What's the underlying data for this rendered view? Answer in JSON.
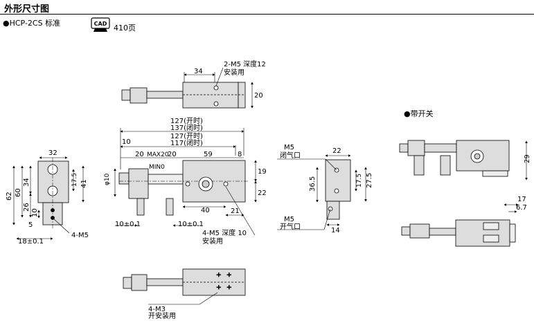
{
  "title": "外形尺寸图",
  "model_label": "●HCP-2CS 标准",
  "cad_badge": "CAD",
  "cad_page": "410页",
  "switch_label": "●带开关",
  "dims": {
    "d34": "34",
    "m5_mount": "2-M5 深度12",
    "mount_use": "安装用",
    "d20_top": "20",
    "d127_open": "127(开时)",
    "d137_closed": "137(闭时)",
    "d127_open2": "127(开时)",
    "d117_closed": "117(闭时)",
    "d10": "10",
    "d20a": "20",
    "max20": "MAX20",
    "min0": "MIN0",
    "d20b": "20",
    "d59": "59",
    "d8": "8",
    "phi10": "φ10",
    "d19": "19",
    "d22": "22",
    "d40": "40",
    "d21": "21",
    "tol1": "10±0.1",
    "tol2": "10±0.1",
    "m5_depth10": "4-M5 深度 10",
    "mount_use2": "安装用",
    "d32": "32",
    "d62": "62",
    "d60": "60",
    "d34b": "34",
    "d17_5": "17.5",
    "d41": "41",
    "d26": "26",
    "d10b": "10",
    "d5": "5",
    "d18tol": "18±0.1",
    "m5_4": "4-M5",
    "m5_close": "M5",
    "close_port": "闭气口",
    "d22c": "22",
    "d36_5": "36.5",
    "d17_5c": "17.5",
    "d27_5": "27.5",
    "m5_open": "M5",
    "open_port": "开气口",
    "d14": "14",
    "m3_4": "4-M3",
    "open_mount": "开安装用",
    "d29": "29",
    "d17s": "17",
    "d6_7": "6.7"
  }
}
